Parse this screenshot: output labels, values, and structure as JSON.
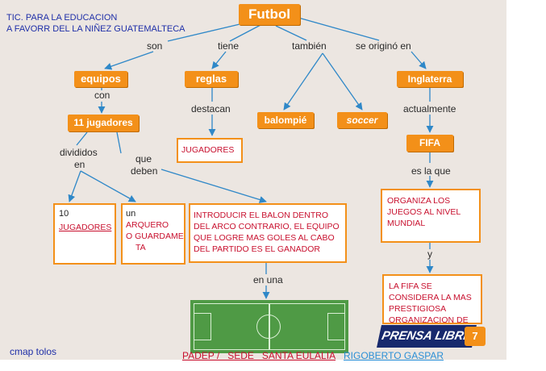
{
  "header": {
    "line1": "TIC. PARA LA EDUCACION",
    "line2": "A FAVORR DEL LA NIÑEZ GUATEMALTECA"
  },
  "map": {
    "root": "Futbol",
    "links": {
      "son": "son",
      "tiene": "tiene",
      "tambien": "también",
      "se_origino_en": "se originó en",
      "con": "con",
      "destacan": "destacan",
      "actualmente": "actualmente",
      "divididos_en_1": "divididos",
      "divididos_en_2": "en",
      "que_deben_1": "que",
      "que_deben_2": "deben",
      "es_la_que": "es la que",
      "y": "y",
      "en_una": "en una"
    },
    "concepts": {
      "equipos": "equipos",
      "reglas": "reglas",
      "balompie": "balompié",
      "soccer": "soccer",
      "inglaterra": "Inglaterra",
      "jugadores_11": "11 jugadores",
      "fifa": "FIFA"
    },
    "notes": {
      "jugadores": "JUGADORES",
      "diez": "10",
      "diez_jugadores": "JUGADORES",
      "un": "un",
      "arquero": "ARQUERO",
      "o_guardame": "O GUARDAME",
      "ta": "TA",
      "introducir": "INTRODUCIR EL BALON  DENTRO DEL ARCO CONTRARIO, EL EQUIPO QUE LOGRE MAS GOLES AL CABO DEL PARTIDO ES EL GANADOR",
      "organiza": "ORGANIZA LOS JUEGOS AL NIVEL MUNDIAL",
      "la_fifa": "LA FIFA SE CONSIDERA LA MAS PRESTIGIOSA ORGANIZACION DE D."
    }
  },
  "branding": {
    "prensa_libre": "PRENSA LIBRE",
    "page_number": "7"
  },
  "footer": {
    "cmap": "cmap tolos",
    "padep": "PADEP /   SEDE   SANTA EULALIA",
    "rigoberto": "RIGOBERTO GASPAR"
  },
  "colors": {
    "orange": "#f39019",
    "arrow_blue": "#2f88c8",
    "note_red": "#c8102e",
    "title_blue": "#1f2fa8",
    "link_blue": "#2a8fd6"
  }
}
